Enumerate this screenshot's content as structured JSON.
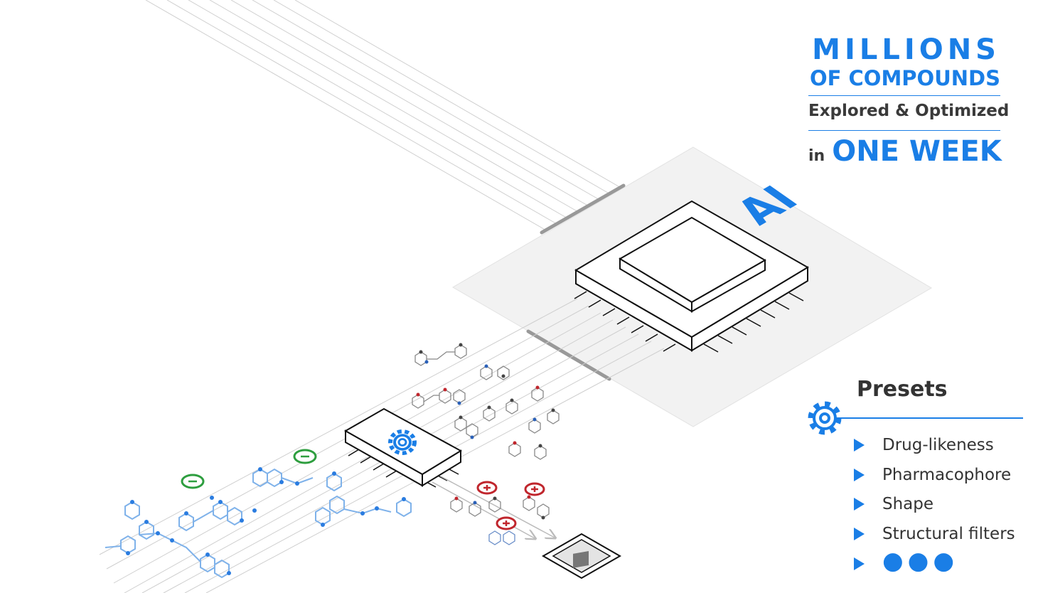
{
  "headline": {
    "line1": "MILLIONS",
    "line2": "OF COMPOUNDS",
    "line3": "Explored & Optimized",
    "line4_prefix": "in",
    "line4_emphasis": "ONE WEEK"
  },
  "chip": {
    "label": "AI"
  },
  "presets": {
    "title": "Presets",
    "items": [
      "Drug-likeness",
      "Pharmacophore",
      "Shape",
      "Structural filters"
    ],
    "more": "●●●"
  },
  "icons": {
    "settings": "gear-icon",
    "filter_chip_icon": "gear-icon",
    "accepted": "minus-badge-icon",
    "rejected": "plus-badge-icon",
    "trash": "trash-bin-icon"
  },
  "colors": {
    "accent": "#1a7ee6",
    "accepted": "#2e9e3f",
    "rejected": "#c0262d",
    "text": "#333333"
  }
}
